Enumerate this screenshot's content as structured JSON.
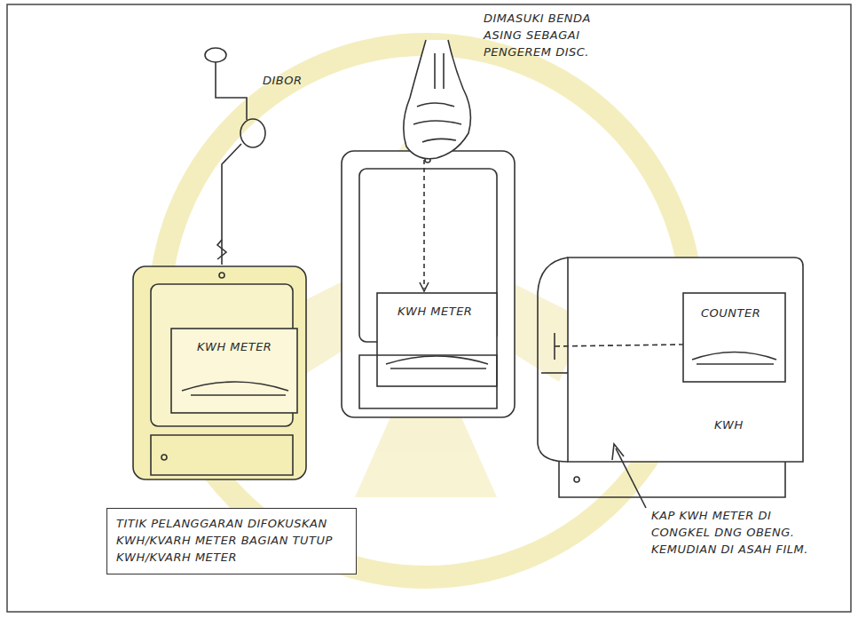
{
  "diagram": {
    "nodes": [
      {
        "text": [
          "TITIK PELANGGARAN DIFOKUSKAN KWH/KVARH METER BAGIAN TUTUP KWH/KVARH METER"
        ]
      }
    ],
    "labels": [
      "DIBOR",
      "KWH METER",
      "DIMASUKI BENDA ASING SEBAGAI PENGEREM DISC.",
      "KWH METER",
      "COUNTER",
      "KWH",
      "KAP KWH METER DI CONGKEL DNG OBENG. KEMUDIAN DI ASAH FILM."
    ]
  }
}
